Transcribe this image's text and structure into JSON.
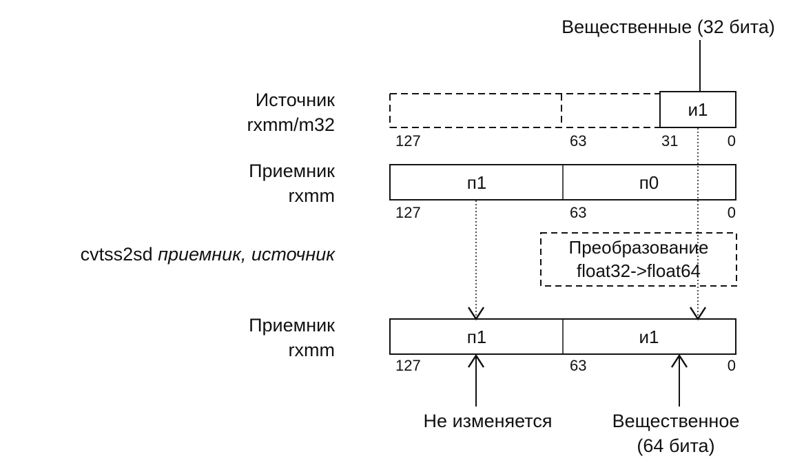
{
  "top_label": "Вещественные (32 бита)",
  "rows": {
    "source": {
      "label_line1": "Источник",
      "label_line2": "rxmm/m32",
      "cell_low": "и1",
      "bits": [
        "127",
        "63",
        "31",
        "0"
      ]
    },
    "dest_before": {
      "label_line1": "Приемник",
      "label_line2": "rxmm",
      "cell_high": "п1",
      "cell_low": "п0",
      "bits": [
        "127",
        "63",
        "0"
      ]
    },
    "instruction": {
      "mnemonic": "cvtss2sd",
      "operands": "приемник, источник"
    },
    "conversion": {
      "line1": "Преобразование",
      "line2": "float32->float64"
    },
    "dest_after": {
      "label_line1": "Приемник",
      "label_line2": "rxmm",
      "cell_high": "п1",
      "cell_low": "и1",
      "bits": [
        "127",
        "63",
        "0"
      ]
    }
  },
  "bottom_labels": {
    "unchanged": "Не изменяется",
    "real64_line1": "Вещественное",
    "real64_line2": "(64 бита)"
  }
}
